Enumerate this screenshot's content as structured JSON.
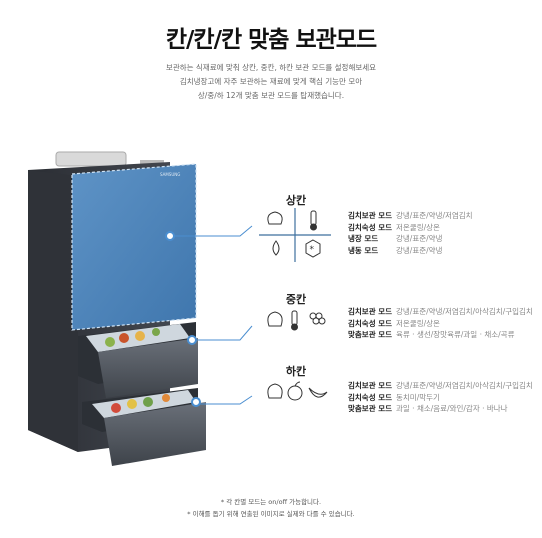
{
  "title": "칸/칸/칸 맞춤 보관모드",
  "description": [
    "보관하는 식재료에 맞춰 상칸, 중칸, 하칸 보관 모드를 설정해보세요",
    "김치냉장고에 자주 보관하는 재료에 맞게 핵심 기능만 모아",
    "상/중/하 12개 맞춤 보관 모드를 탑재했습니다."
  ],
  "brand": "SAMSUNG",
  "sections": [
    {
      "name": "상칸",
      "icons": [
        "cabbage-icon",
        "thermometer-icon",
        "water-drop-icon",
        "snowflake-icon"
      ],
      "modes": [
        {
          "label": "김치보관 모드",
          "value": "강냉/표준/약냉/저염김치"
        },
        {
          "label": "김치숙성 모드",
          "value": "저온쿨링/상온"
        },
        {
          "label": "냉장 모드",
          "value": "강냉/표준/약냉"
        },
        {
          "label": "냉동 모드",
          "value": "강냉/표준/약냉"
        }
      ]
    },
    {
      "name": "중칸",
      "icons": [
        "cabbage-icon",
        "thermometer-icon",
        "grapes-icon"
      ],
      "modes": [
        {
          "label": "김치보관 모드",
          "value": "강냉/표준/약냉/저염김치/아삭김치/구입김치"
        },
        {
          "label": "김치숙성 모드",
          "value": "저온쿨링/상온"
        },
        {
          "label": "맞춤보관 모드",
          "value": "육류 · 생선/장맛육류/과일 · 채소/곡류"
        }
      ]
    },
    {
      "name": "하칸",
      "icons": [
        "cabbage-icon",
        "apple-icon",
        "banana-icon"
      ],
      "modes": [
        {
          "label": "김치보관 모드",
          "value": "강냉/표준/약냉/저염김치/아삭김치/구입김치"
        },
        {
          "label": "김치숙성 모드",
          "value": "동치미/막두기"
        },
        {
          "label": "맞춤보관 모드",
          "value": "과일 · 채소/음료/와인/감자 · 바나나"
        }
      ]
    }
  ],
  "notes": [
    "* 각 칸별 모드는 on/off 가능합니다.",
    "* 이해를 돕기 위해 연출된 이미지로 실제와 다를 수 있습니다."
  ]
}
